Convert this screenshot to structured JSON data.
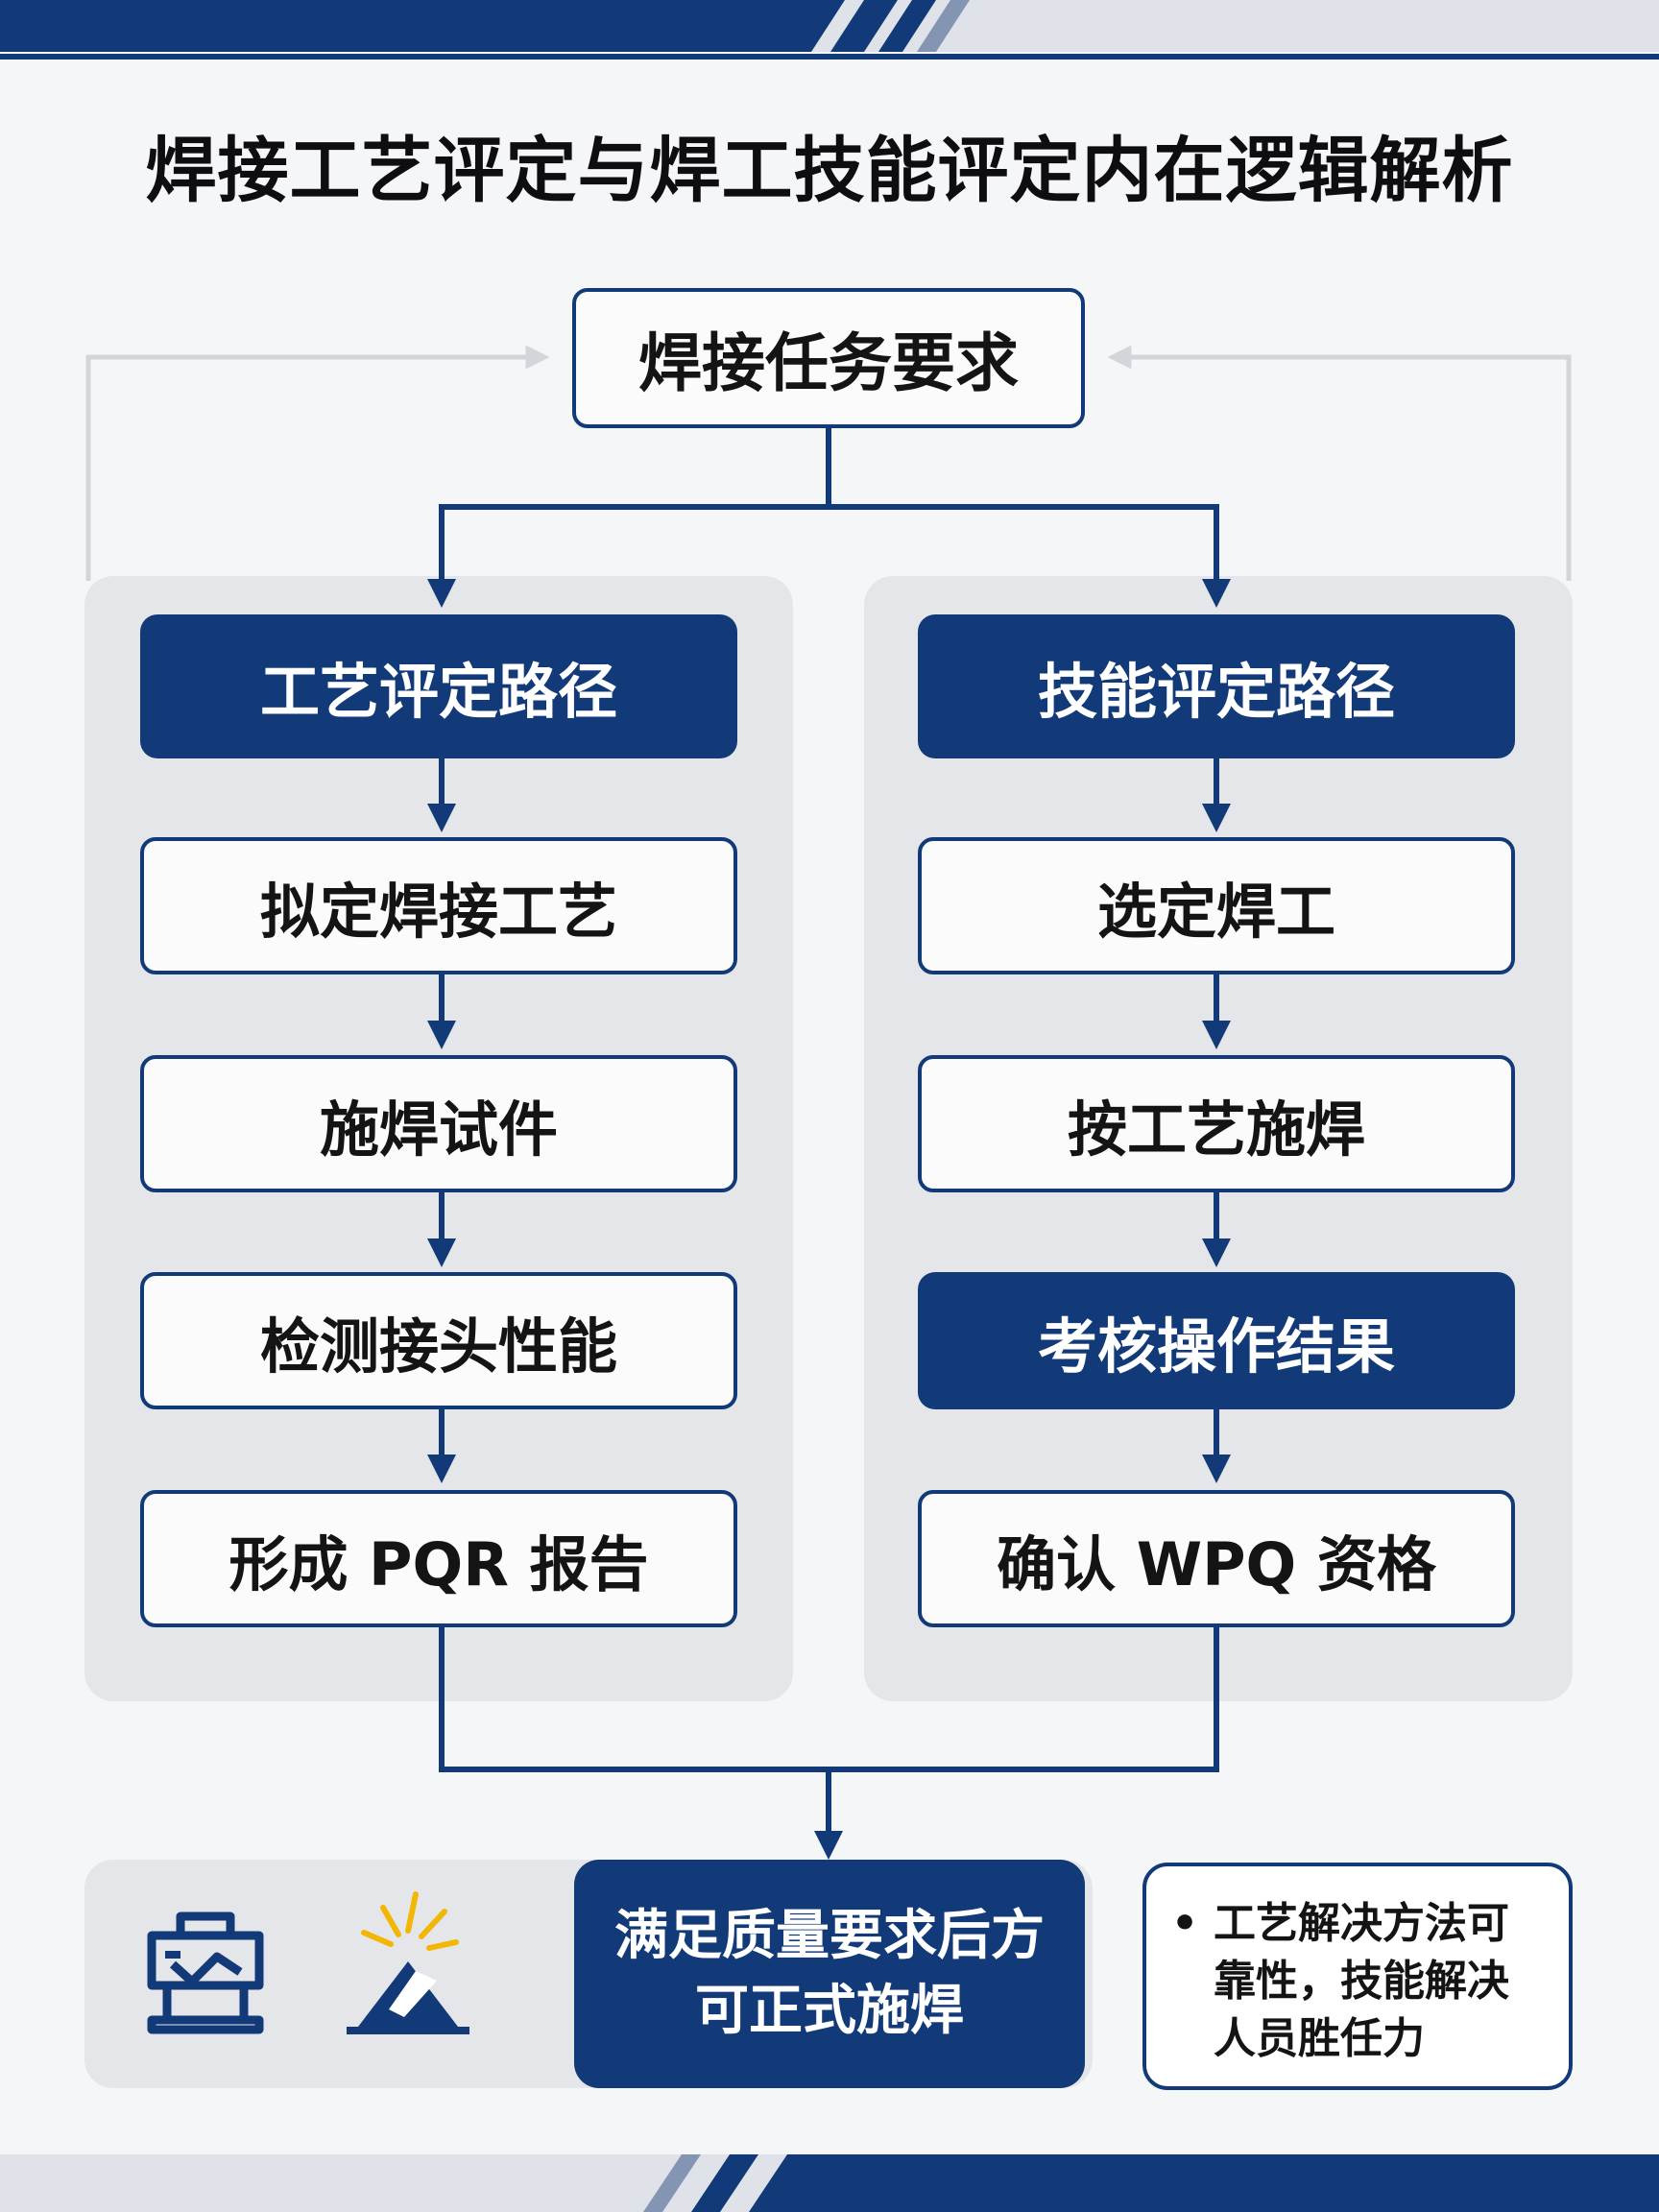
{
  "title": "焊接工艺评定与焊工技能评定内在逻辑解析",
  "top_node": "焊接任务要求",
  "left_path": {
    "header": "工艺评定路径",
    "steps": [
      "拟定焊接工艺",
      "施焊试件",
      "检测接头性能",
      "形成 PQR 报告"
    ]
  },
  "right_path": {
    "header": "技能评定路径",
    "steps": [
      "选定焊工",
      "按工艺施焊",
      "考核操作结果",
      "确认 WPQ 资格"
    ],
    "highlighted_step_index": 2
  },
  "final_node": "满足质量要求后方可正式施焊",
  "note": {
    "bullet": "•",
    "text": "工艺解决方法可靠性，技能解决人员胜任力"
  },
  "icons": [
    "welding-machine-icon",
    "welding-spark-icon"
  ],
  "colors": {
    "navy": "#123a78",
    "panel": "#e4e6ea",
    "background": "#f5f6f8",
    "feedback_line": "#d2d5da",
    "spark": "#f2b705"
  }
}
